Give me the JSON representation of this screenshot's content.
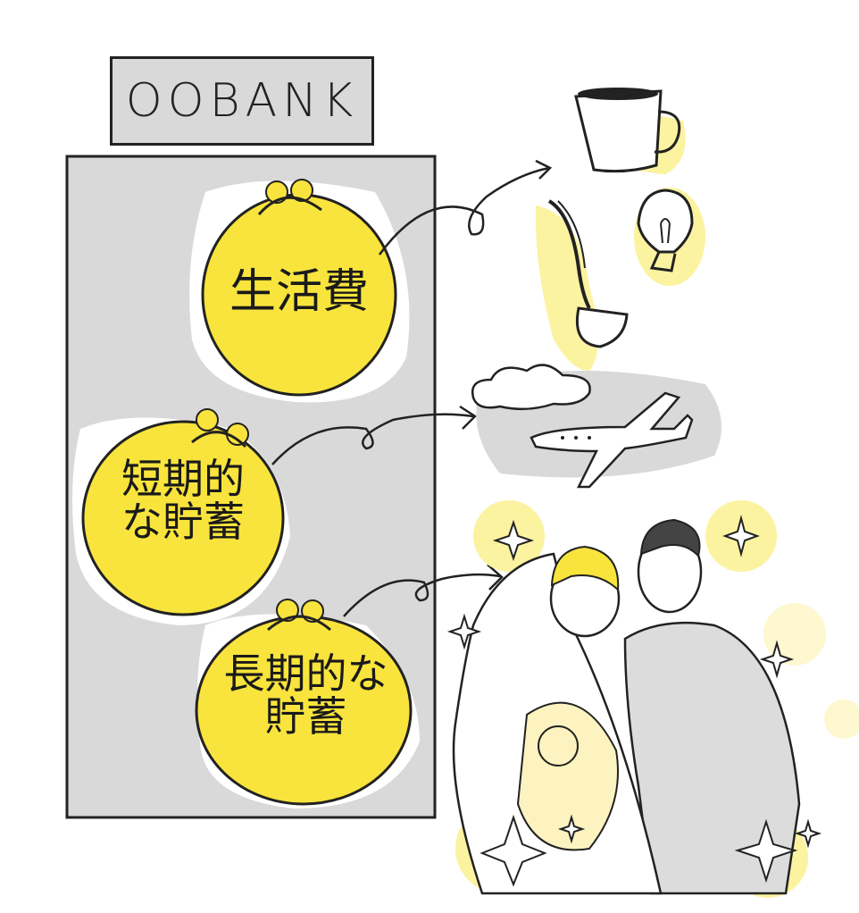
{
  "bank": {
    "name": "OOBANK"
  },
  "purses": [
    {
      "label": "生活費"
    },
    {
      "line1": "短期的",
      "line2": "な貯蓄"
    },
    {
      "line1": "長期的な",
      "line2": "貯蓄"
    }
  ],
  "colors": {
    "purse_fill": "#f8e43c",
    "bank_fill": "#d9d9d9",
    "glow": "#fbf3a0",
    "ink": "#222222"
  },
  "icons": [
    "coffee-cup-icon",
    "lightbulb-icon",
    "ladle-icon",
    "cloud-icon",
    "airplane-icon",
    "wedding-couple-illustration",
    "sparkle-icon"
  ]
}
